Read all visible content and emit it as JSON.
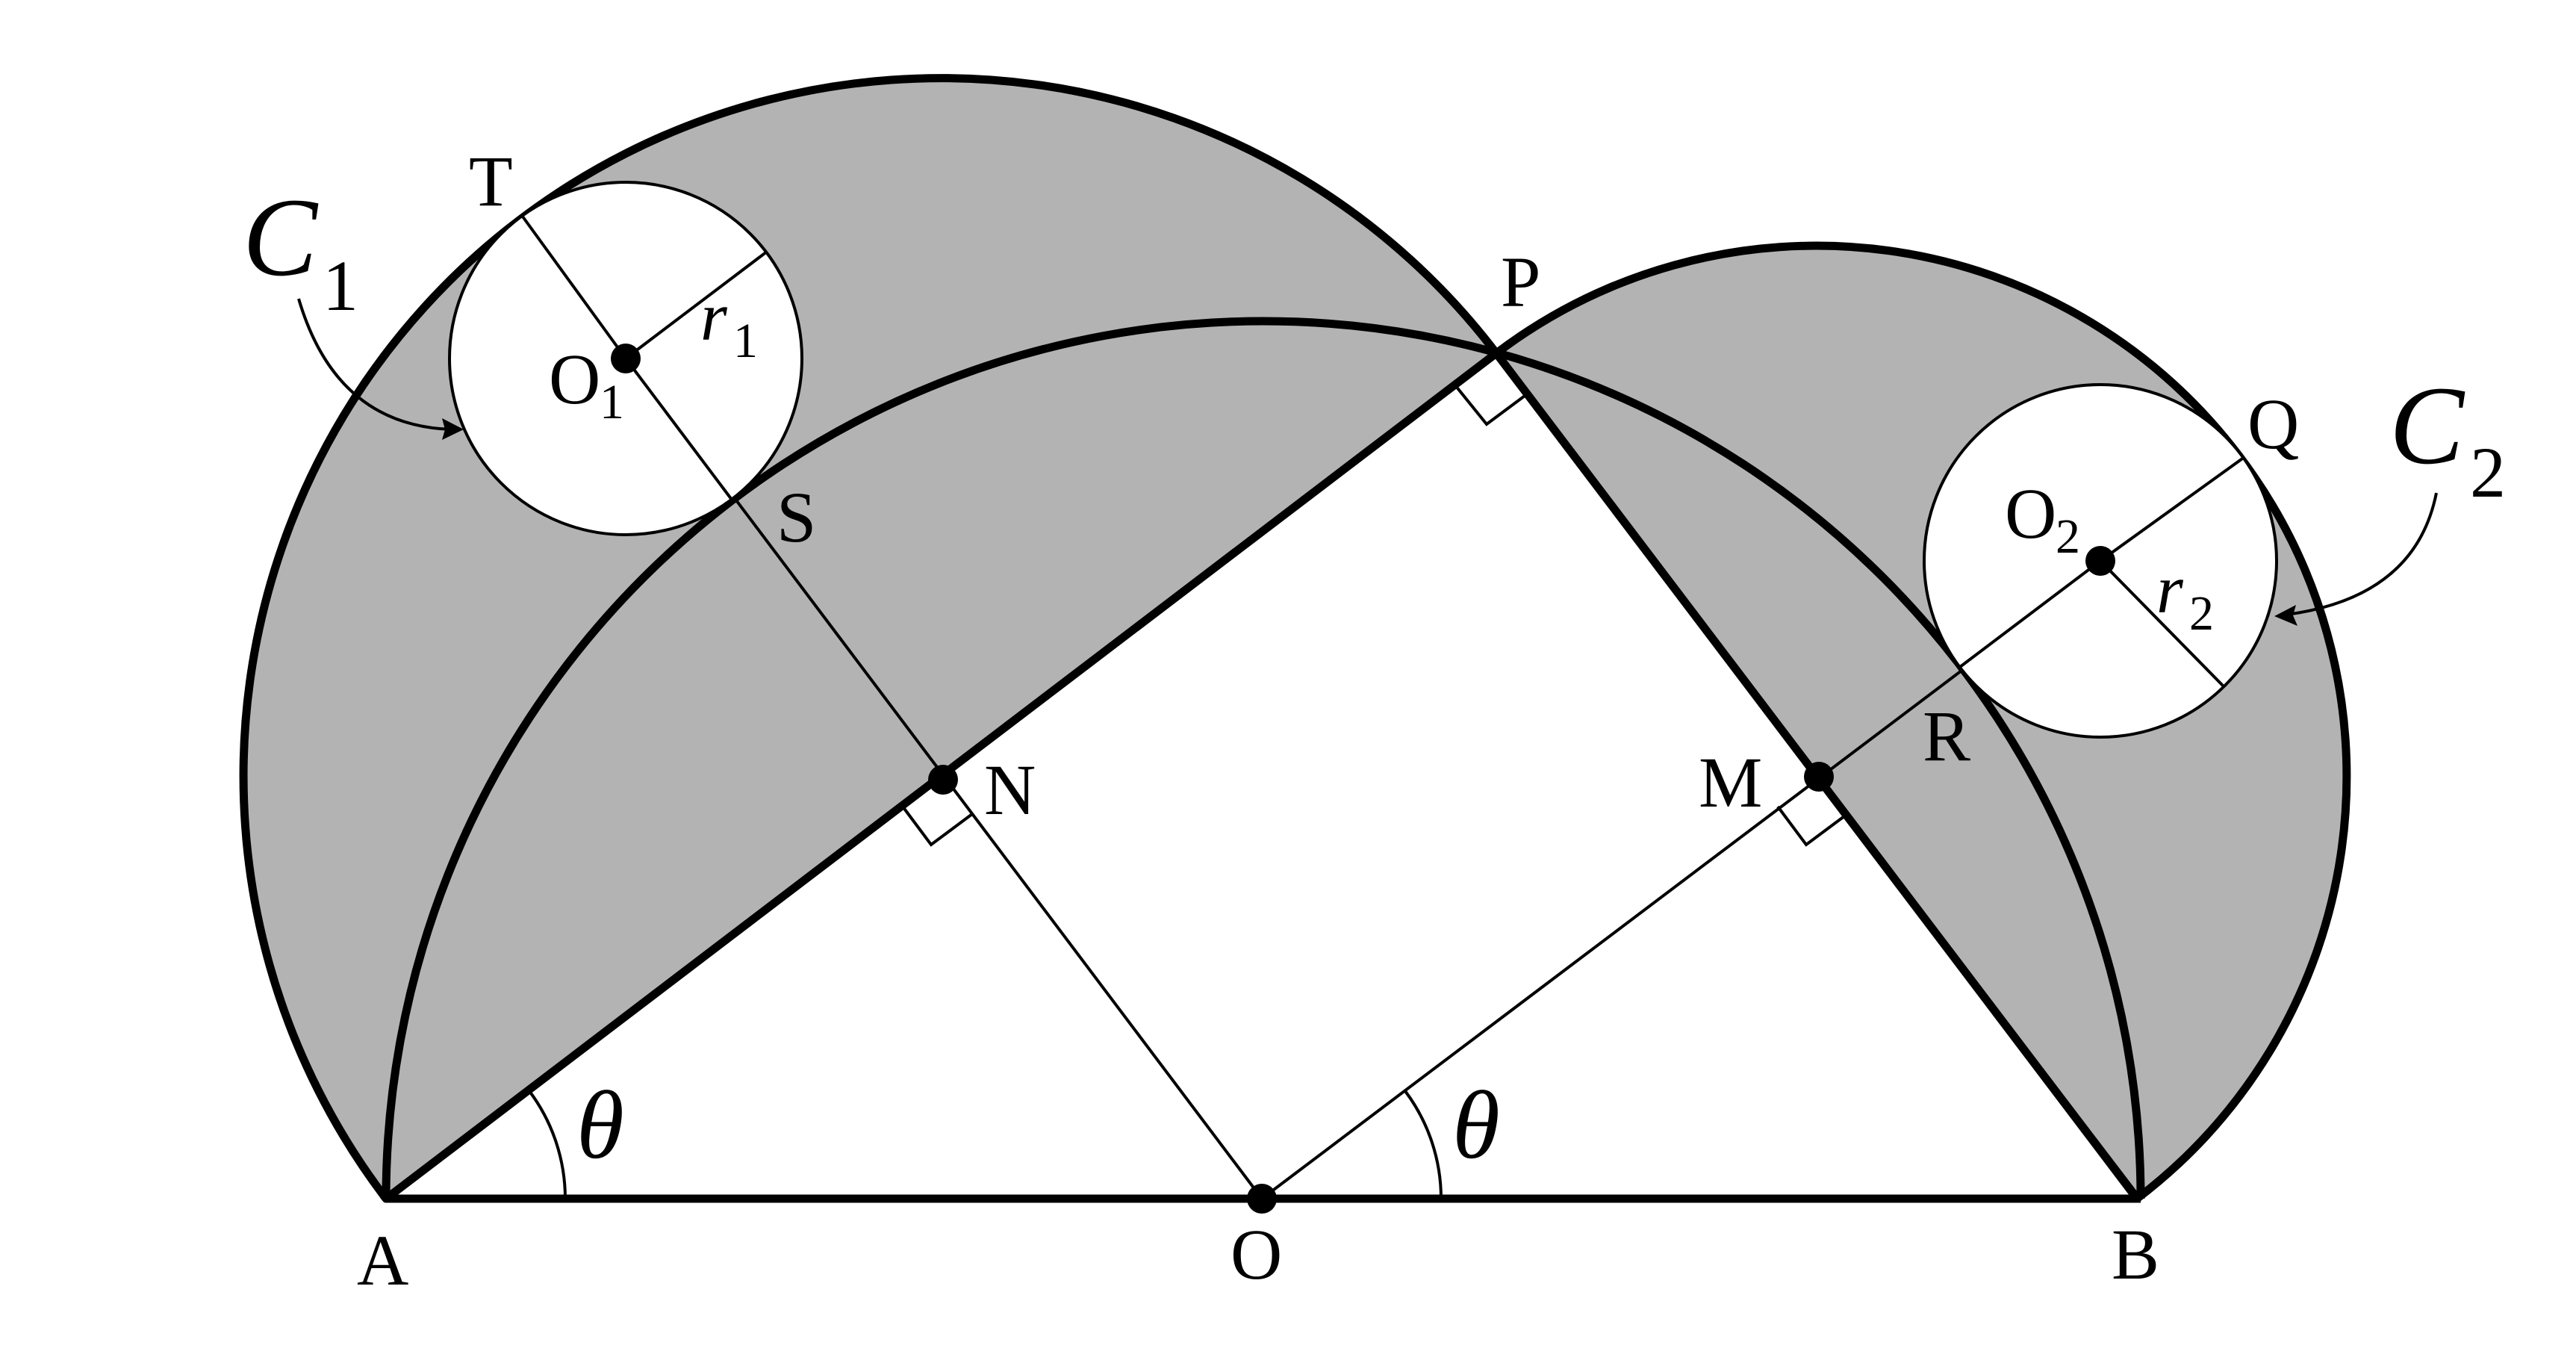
{
  "colors": {
    "region_fill": "#b3b3b3",
    "inner_circle_fill": "#ffffff",
    "stroke": "#000000"
  },
  "labels": {
    "point_a": "A",
    "point_b": "B",
    "point_o": "O",
    "point_p": "P",
    "point_q": "Q",
    "point_r": "R",
    "point_s": "S",
    "point_t": "T",
    "point_m": "M",
    "point_n": "N",
    "point_o1": "O",
    "point_o1_sub": "1",
    "point_o2": "O",
    "point_o2_sub": "2",
    "circle_c1": "C",
    "circle_c1_sub": "1",
    "circle_c2": "C",
    "circle_c2_sub": "2",
    "radius_r1": "r",
    "radius_r1_sub": "1",
    "radius_r2": "r",
    "radius_r2_sub": "2",
    "angle_left": "θ",
    "angle_right": "θ"
  }
}
